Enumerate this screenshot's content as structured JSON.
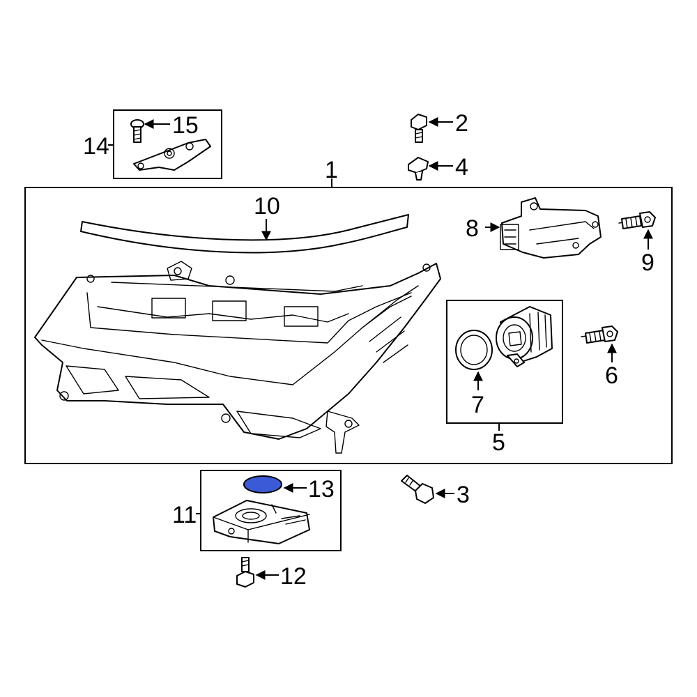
{
  "callouts": {
    "c1": "1",
    "c2": "2",
    "c3": "3",
    "c4": "4",
    "c5": "5",
    "c6": "6",
    "c7": "7",
    "c8": "8",
    "c9": "9",
    "c10": "10",
    "c11": "11",
    "c12": "12",
    "c13": "13",
    "c14": "14",
    "c15": "15"
  },
  "colors": {
    "highlight_fill": "#3b5bd6",
    "line": "#000000",
    "background": "#ffffff"
  },
  "highlighted_part": "13"
}
